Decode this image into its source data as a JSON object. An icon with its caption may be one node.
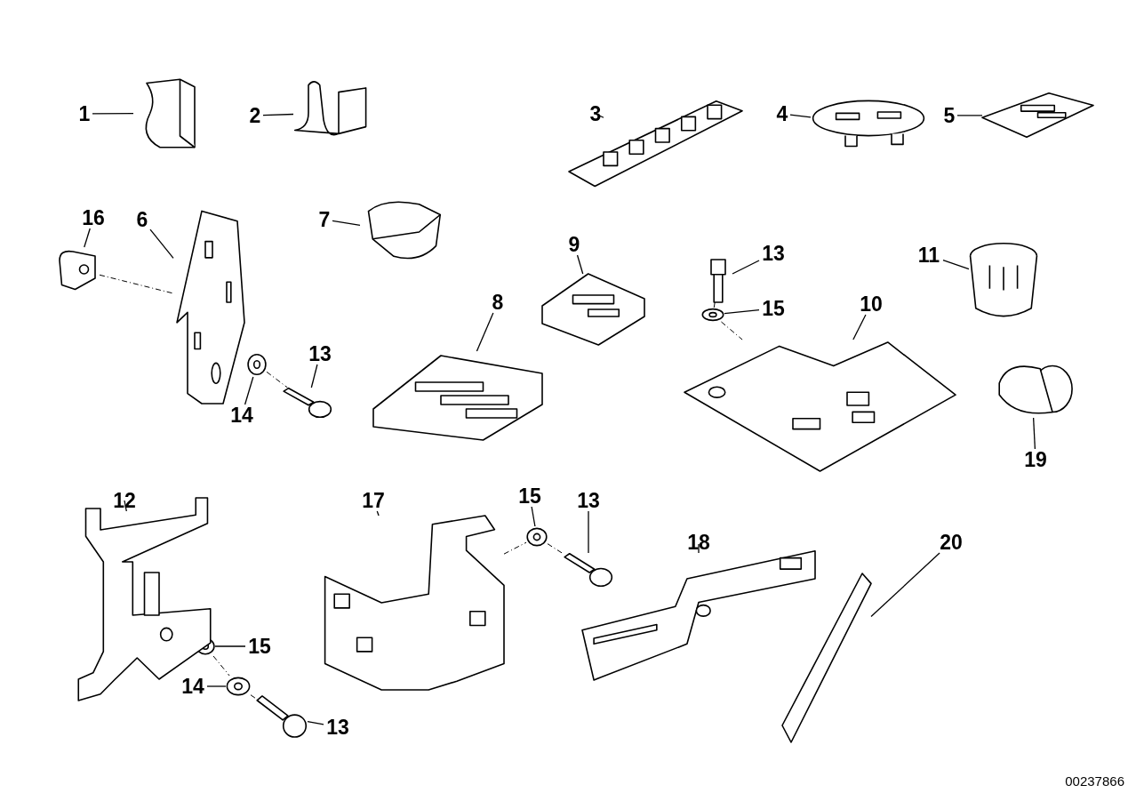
{
  "diagram": {
    "nodes": [
      {
        "text": [
          "1"
        ]
      },
      {
        "text": [],
        "shape": "picture"
      },
      {
        "text": [
          "2"
        ]
      },
      {
        "text": [],
        "shape": "picture"
      },
      {
        "text": [
          "3"
        ]
      },
      {
        "text": [],
        "shape": "picture"
      },
      {
        "text": [
          "4"
        ]
      },
      {
        "text": [],
        "shape": "picture"
      },
      {
        "text": [
          "5"
        ]
      },
      {
        "text": [],
        "shape": "picture"
      },
      {
        "text": [
          "16"
        ]
      },
      {
        "text": [],
        "shape": "picture"
      },
      {
        "text": [
          "6"
        ]
      },
      {
        "text": [],
        "shape": "picture"
      },
      {
        "text": [
          "7"
        ]
      },
      {
        "text": [],
        "shape": "picture"
      },
      {
        "text": [
          "9"
        ]
      },
      {
        "text": [],
        "shape": "picture"
      },
      {
        "text": [
          "13"
        ]
      },
      {
        "text": [],
        "shape": "picture"
      },
      {
        "text": [
          "11"
        ]
      },
      {
        "text": [],
        "shape": "picture"
      },
      {
        "text": [
          "8"
        ]
      },
      {
        "text": [],
        "shape": "picture"
      },
      {
        "text": [
          "15"
        ]
      },
      {
        "text": [],
        "shape": "picture"
      },
      {
        "text": [
          "10"
        ]
      },
      {
        "text": [],
        "shape": "picture"
      },
      {
        "text": [
          "13"
        ]
      },
      {
        "text": [],
        "shape": "picture"
      },
      {
        "text": [
          "14"
        ]
      },
      {
        "text": [],
        "shape": "picture"
      },
      {
        "text": [
          "19"
        ]
      },
      {
        "text": [],
        "shape": "picture"
      },
      {
        "text": [
          "12"
        ]
      },
      {
        "text": [],
        "shape": "picture"
      },
      {
        "text": [
          "17"
        ]
      },
      {
        "text": [],
        "shape": "picture"
      },
      {
        "text": [
          "15"
        ]
      },
      {
        "text": [],
        "shape": "picture"
      },
      {
        "text": [
          "13"
        ]
      },
      {
        "text": [],
        "shape": "picture"
      },
      {
        "text": [
          "18"
        ]
      },
      {
        "text": [],
        "shape": "picture"
      },
      {
        "text": [
          "20"
        ]
      },
      {
        "text": [],
        "shape": "picture"
      },
      {
        "text": [
          "15"
        ]
      },
      {
        "text": [],
        "shape": "picture"
      },
      {
        "text": [
          "14"
        ]
      },
      {
        "text": [],
        "shape": "picture"
      },
      {
        "text": [
          "13"
        ]
      },
      {
        "text": [],
        "shape": "picture"
      }
    ],
    "edges": [
      {
        "from": 0,
        "to": 1,
        "arrow": "none"
      },
      {
        "from": 2,
        "to": 3,
        "arrow": "none"
      },
      {
        "from": 4,
        "to": 5,
        "arrow": "none"
      },
      {
        "from": 6,
        "to": 7,
        "arrow": "none"
      },
      {
        "from": 8,
        "to": 9,
        "arrow": "none"
      },
      {
        "from": 10,
        "to": 11,
        "arrow": "none"
      },
      {
        "from": 12,
        "to": 13,
        "arrow": "none"
      },
      {
        "from": 14,
        "to": 15,
        "arrow": "none"
      },
      {
        "from": 16,
        "to": 17,
        "arrow": "none"
      },
      {
        "from": 18,
        "to": 19,
        "arrow": "none"
      },
      {
        "from": 20,
        "to": 21,
        "arrow": "none"
      },
      {
        "from": 22,
        "to": 23,
        "arrow": "none"
      },
      {
        "from": 24,
        "to": 25,
        "arrow": "none"
      },
      {
        "from": 26,
        "to": 27,
        "arrow": "none"
      },
      {
        "from": 28,
        "to": 29,
        "arrow": "none"
      },
      {
        "from": 30,
        "to": 31,
        "arrow": "none"
      },
      {
        "from": 32,
        "to": 33,
        "arrow": "none"
      },
      {
        "from": 34,
        "to": 35,
        "arrow": "none"
      },
      {
        "from": 36,
        "to": 37,
        "arrow": "none"
      },
      {
        "from": 38,
        "to": 39,
        "arrow": "none"
      },
      {
        "from": 40,
        "to": 41,
        "arrow": "none"
      },
      {
        "from": 42,
        "to": 43,
        "arrow": "none"
      },
      {
        "from": 44,
        "to": 45,
        "arrow": "none"
      },
      {
        "from": 46,
        "to": 47,
        "arrow": "none"
      },
      {
        "from": 48,
        "to": 49,
        "arrow": "none"
      },
      {
        "from": 50,
        "to": 51,
        "arrow": "none"
      },
      {
        "from": 11,
        "to": 13,
        "arrow": "none",
        "style": "dashed"
      },
      {
        "from": 31,
        "to": 29,
        "arrow": "none",
        "style": "dashed"
      },
      {
        "from": 19,
        "to": 25,
        "arrow": "none",
        "style": "dashed"
      },
      {
        "from": 25,
        "to": 27,
        "arrow": "none",
        "style": "dashed"
      },
      {
        "from": 37,
        "to": 39,
        "arrow": "none",
        "style": "dashed"
      },
      {
        "from": 39,
        "to": 41,
        "arrow": "none",
        "style": "dashed"
      },
      {
        "from": 47,
        "to": 49,
        "arrow": "none",
        "style": "dashed"
      },
      {
        "from": 49,
        "to": 51,
        "arrow": "none",
        "style": "dashed"
      }
    ],
    "labels": [
      "00237866"
    ]
  }
}
